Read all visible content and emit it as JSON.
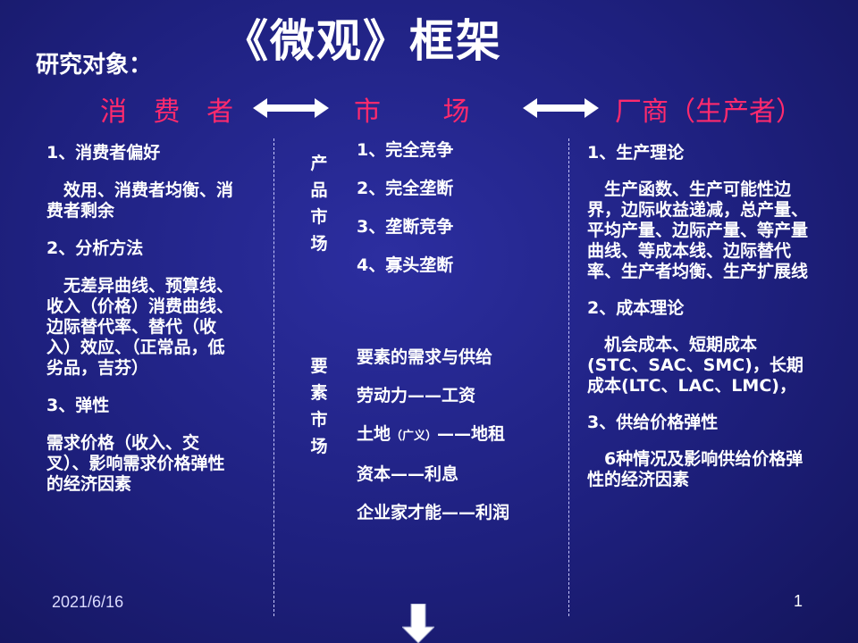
{
  "title": "《微观》框架",
  "research_object_label": "研究对象：",
  "headers": {
    "consumer": "消 费 者",
    "market": "市 场",
    "firm": "厂商（生产者）"
  },
  "consumer_column": {
    "items": [
      "1、消费者偏好",
      "　效用、消费者均衡、消费者剩余",
      "2、分析方法",
      "　无差异曲线、预算线、收入（价格）消费曲线、边际替代率、替代（收入）效应、（正常品，低劣品，吉芬）",
      "3、弹性",
      "需求价格（收入、交叉）、影响需求价格弹性的经济因素"
    ]
  },
  "market_column": {
    "product_market_label": "产品市场",
    "product_items": [
      "1、完全竞争",
      "2、完全垄断",
      "3、垄断竞争",
      "4、寡头垄断"
    ],
    "factor_market_label": "要素市场",
    "factor_items": {
      "demand_supply": "要素的需求与供给",
      "labor": "劳动力——工资",
      "land_prefix": "土地",
      "land_note": "（广义）",
      "land_suffix": "——地租",
      "capital": "资本——利息",
      "entrepreneur": "企业家才能——利润"
    }
  },
  "firm_column": {
    "items": [
      "1、生产理论",
      "　生产函数、生产可能性边界，边际收益递减，总产量、平均产量、边际产量、等产量曲线、等成本线、边际替代率、生产者均衡、生产扩展线",
      "2、成本理论",
      "　机会成本、短期成本(STC、SAC、SMC)，长期成本(LTC、LAC、LMC)，",
      "3、供给价格弹性",
      "　6种情况及影响供给价格弹性的经济因素"
    ]
  },
  "footer": {
    "date": "2021/6/16",
    "page_number": "1"
  },
  "colors": {
    "background": "#1e207e",
    "header_text": "#ff2a6d",
    "body_text": "#ffffff"
  }
}
